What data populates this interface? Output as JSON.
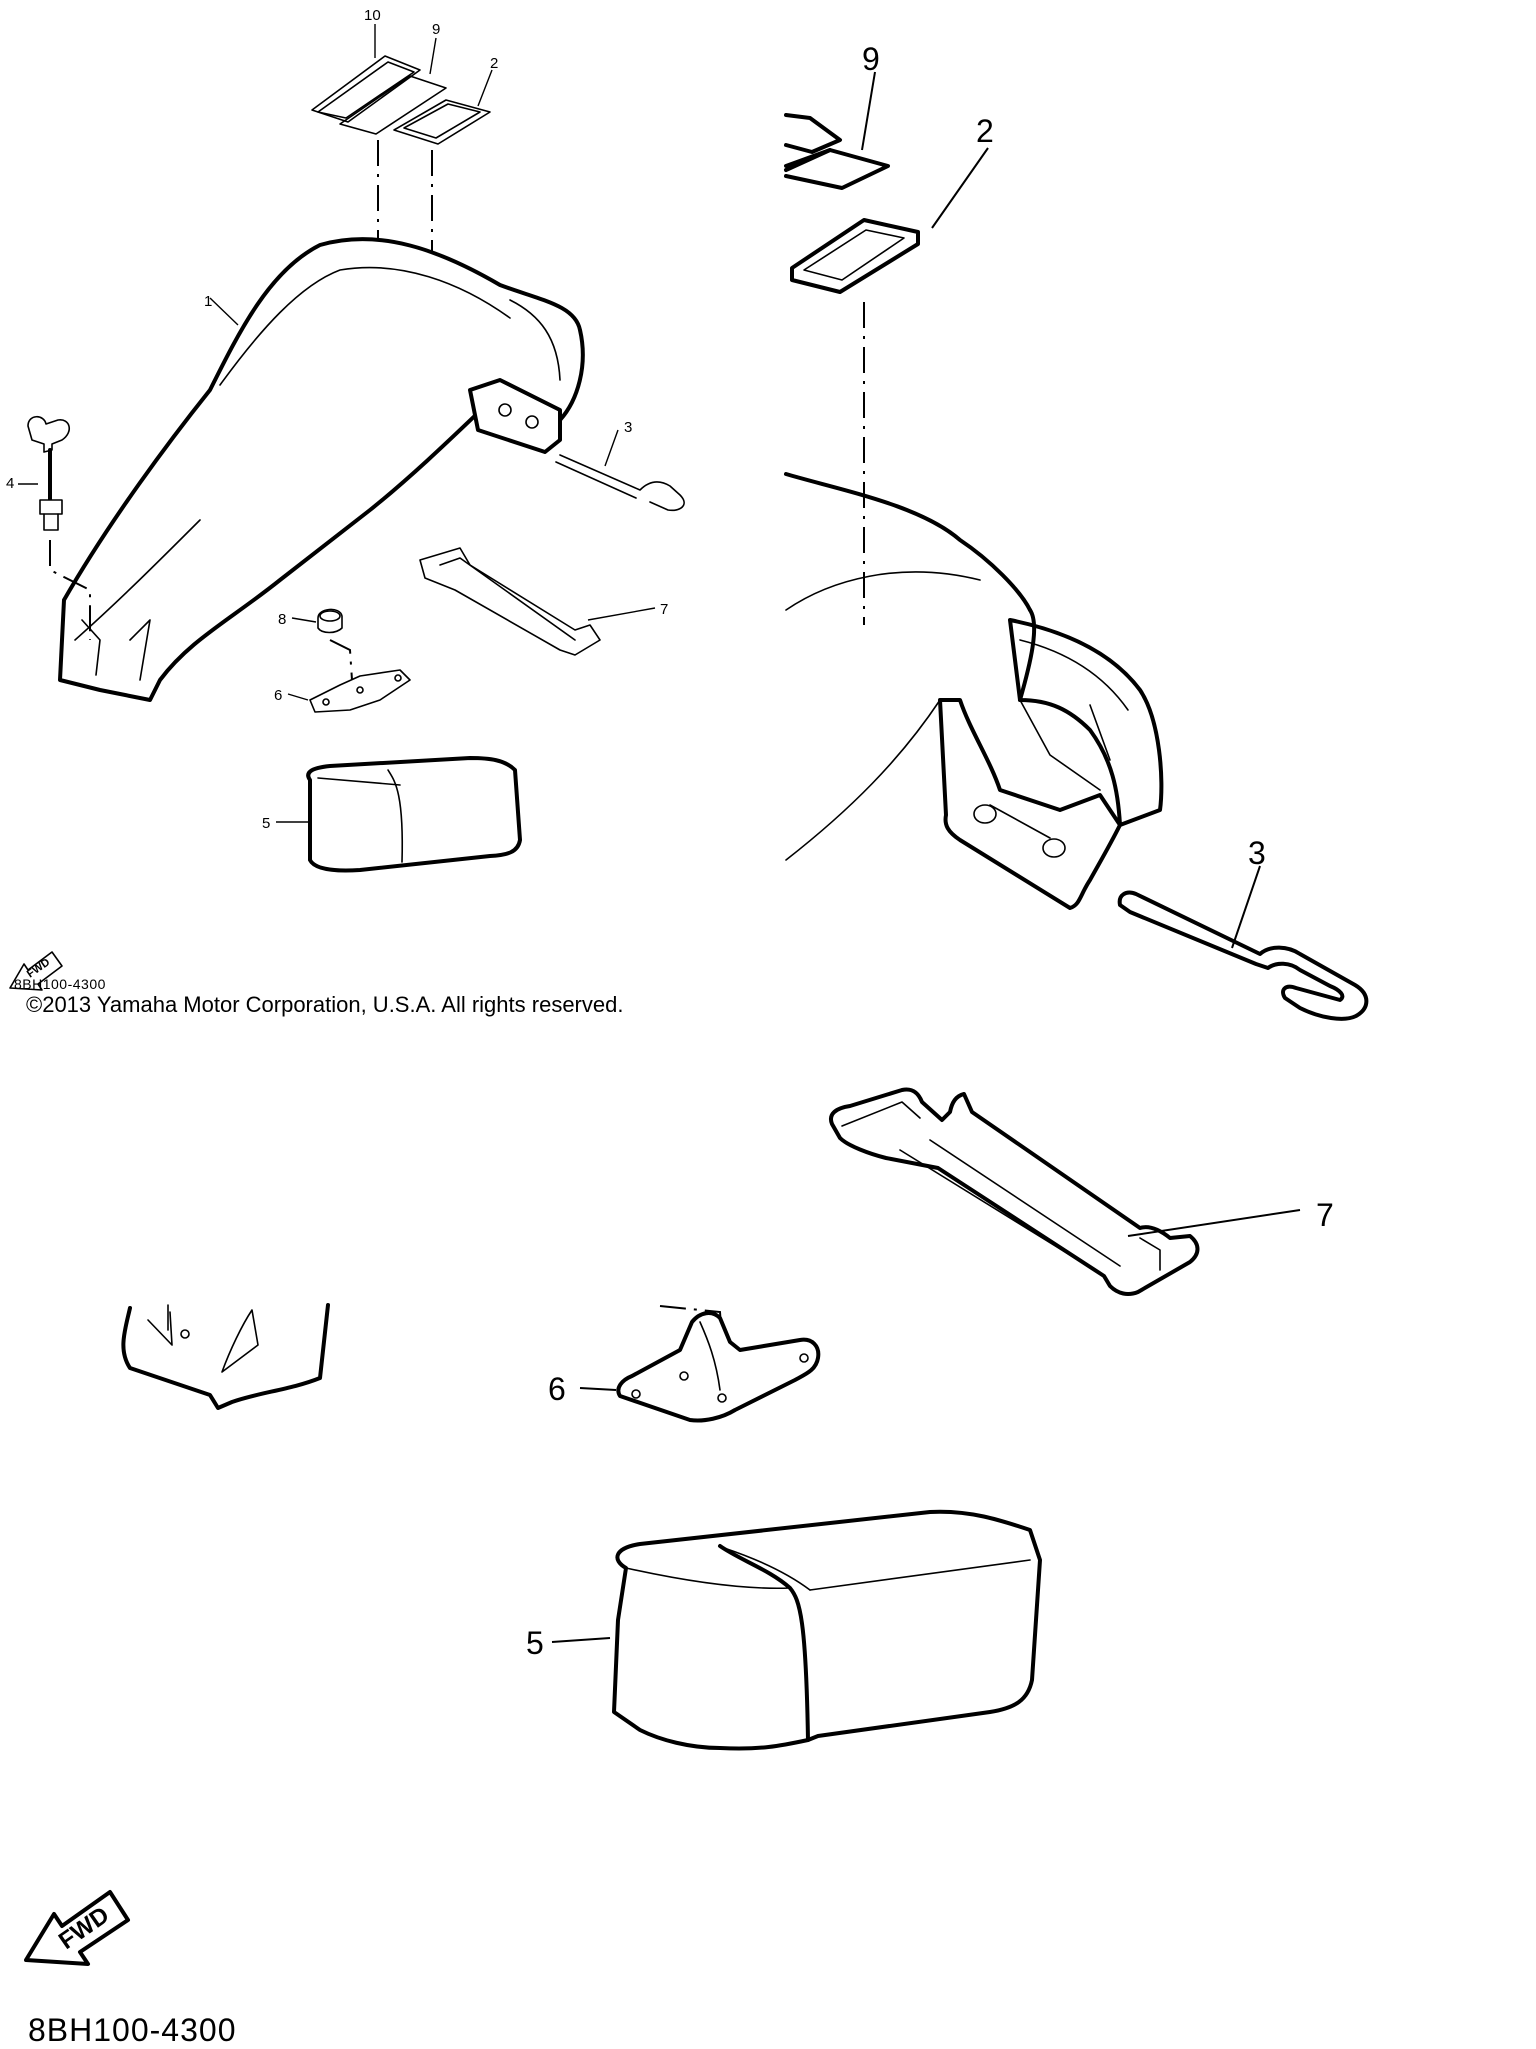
{
  "overview": {
    "callouts": {
      "c1": "1",
      "c2": "2",
      "c3": "3",
      "c4": "4",
      "c5": "5",
      "c6": "6",
      "c7": "7",
      "c8": "8",
      "c9": "9",
      "c10": "10"
    },
    "fwd_label": "FWD"
  },
  "detail": {
    "callouts": {
      "c9": "9",
      "c2": "2",
      "c3": "3",
      "c7": "7",
      "c6": "6",
      "c5": "5"
    },
    "fwd_label": "FWD"
  },
  "footer": {
    "diagram_code": "8BH100-4300",
    "copyright": "©2013 Yamaha Motor Corporation, U.S.A. All rights reserved.",
    "diagram_code_large": "8BH100-4300"
  },
  "icons": [
    "fwd-arrow-icon"
  ],
  "colors": {
    "ink": "#000000",
    "background": "#ffffff"
  }
}
